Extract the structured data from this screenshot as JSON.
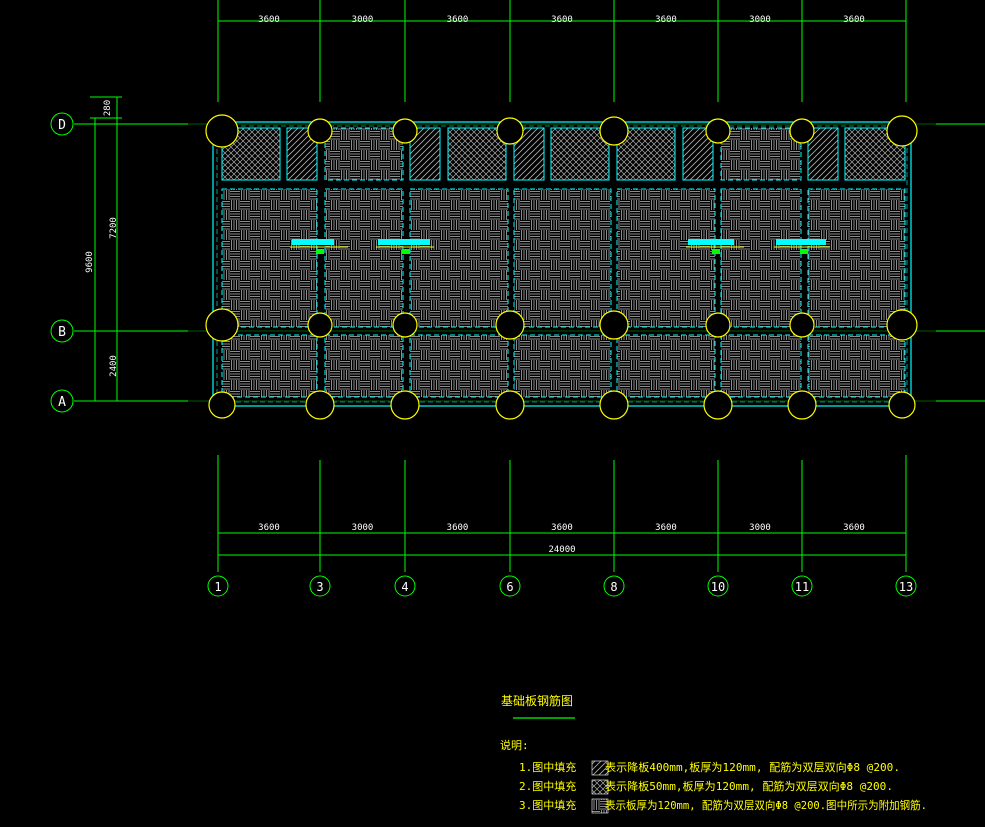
{
  "drawing": {
    "title": "基础板钢筋图",
    "notes_heading": "说明:",
    "notes": [
      {
        "label": "1.图中填充",
        "text": "表示降板400mm,板厚为120mm, 配筋为双层双向Φ8 @200."
      },
      {
        "label": "2.图中填充",
        "text": "表示降板50mm,板厚为120mm, 配筋为双层双向Φ8 @200."
      },
      {
        "label": "3.图中填充",
        "text": "表示板厚为120mm, 配筋为双层双向Φ8 @200.图中所示为附加钢筋."
      }
    ]
  },
  "grid": {
    "columns": [
      "1",
      "3",
      "4",
      "6",
      "8",
      "10",
      "11",
      "13"
    ],
    "rows": [
      "D",
      "B",
      "A"
    ],
    "top_spans": [
      "3600",
      "3000",
      "3600",
      "3600",
      "3600",
      "3000",
      "3600"
    ],
    "bottom_spans": [
      "3600",
      "3000",
      "3600",
      "3600",
      "3600",
      "3000",
      "3600"
    ],
    "total_width": "24000",
    "left_dims": [
      "280",
      "7200",
      "2400"
    ],
    "left_total": "9600"
  },
  "colors": {
    "grid_line": "#00ff00",
    "column": "#ffff00",
    "slab_outline": "#00ffff",
    "hatch": "#b4b4b4",
    "text": "#ffff00",
    "dimension_text": "#ffffff"
  }
}
